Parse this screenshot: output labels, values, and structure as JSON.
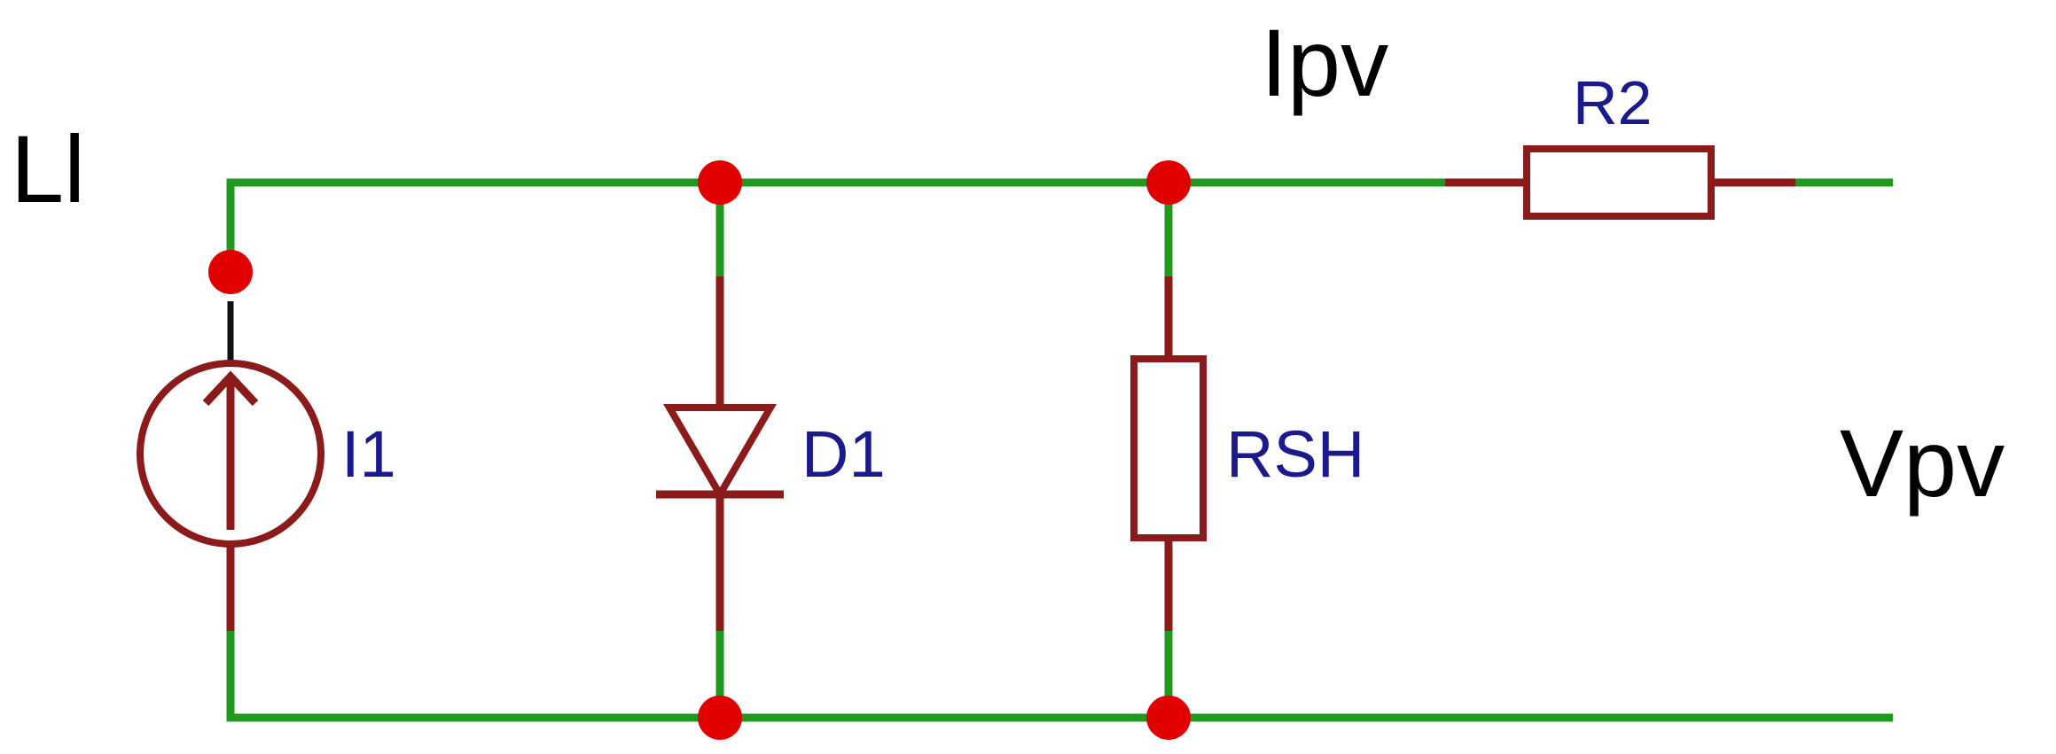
{
  "labels": {
    "light_input": "Ll",
    "output_current": "Ipv",
    "output_voltage": "Vpv"
  },
  "components": {
    "current_source": "I1",
    "diode": "D1",
    "shunt_resistor": "RSH",
    "series_resistor": "R2"
  },
  "colors": {
    "wire": "#1f9a1f",
    "component": "#8b1a1a",
    "node": "#e00000",
    "component_label": "#1a1a8c",
    "terminal_label": "#000000"
  }
}
